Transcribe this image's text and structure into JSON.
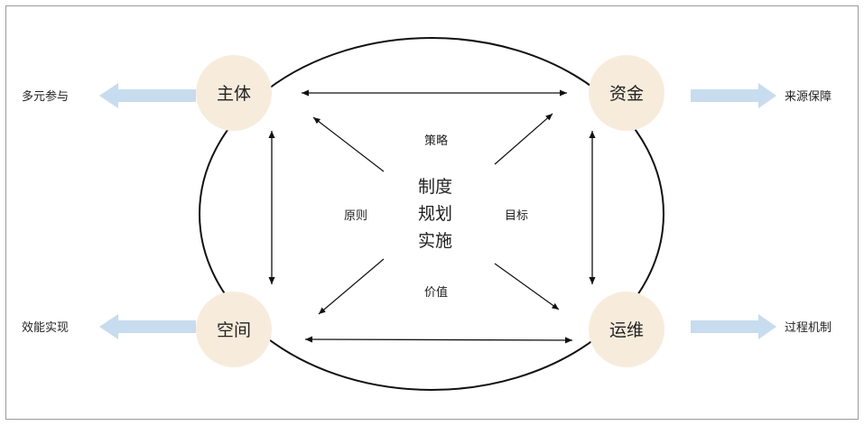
{
  "nodes": {
    "top_left": "主体",
    "top_right": "资金",
    "bottom_left": "空间",
    "bottom_right": "运维"
  },
  "outputs": {
    "top_left": "多元参与",
    "top_right": "来源保障",
    "bottom_left": "效能实现",
    "bottom_right": "过程机制"
  },
  "center": {
    "line1": "制度",
    "line2": "规划",
    "line3": "实施"
  },
  "relations": {
    "top": "策略",
    "bottom": "价值",
    "left": "原则",
    "right": "目标"
  },
  "colors": {
    "node_fill": "#f7ecdc",
    "side_arrow": "#c7dcee",
    "line": "#111111",
    "frame": "#9a9a9a"
  }
}
